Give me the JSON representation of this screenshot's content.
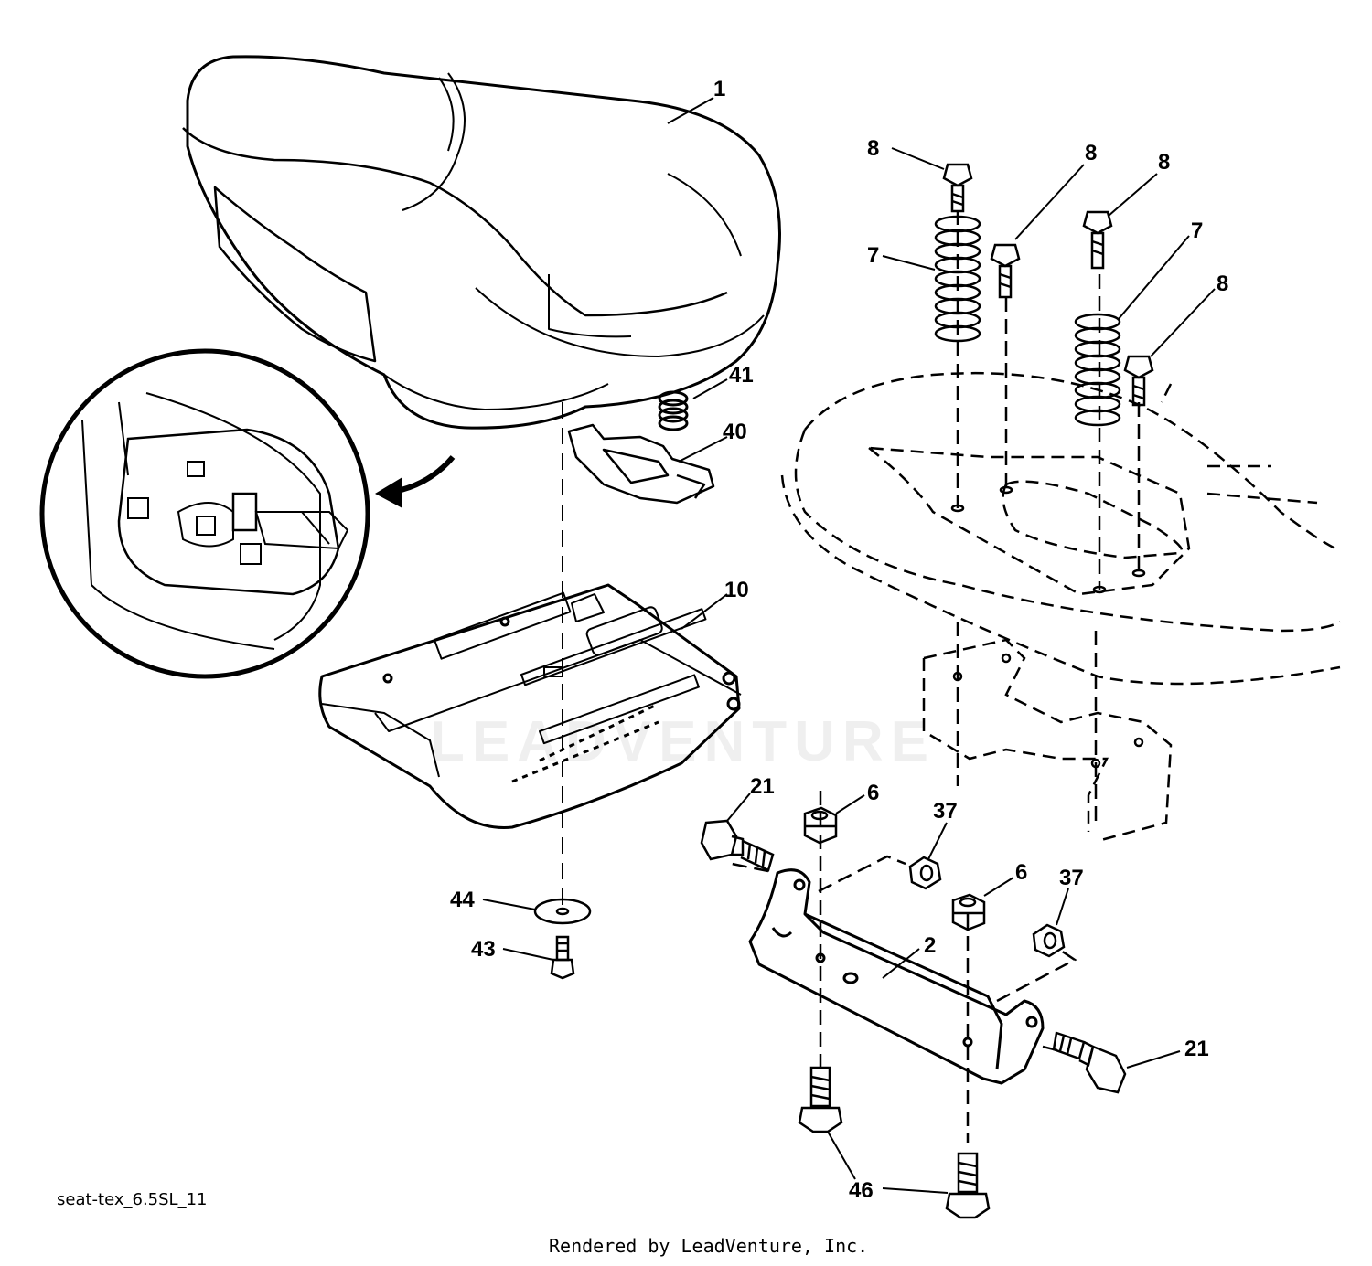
{
  "diagram": {
    "callouts": [
      {
        "id": "1",
        "label": "1"
      },
      {
        "id": "8a",
        "label": "8"
      },
      {
        "id": "8b",
        "label": "8"
      },
      {
        "id": "8c",
        "label": "8"
      },
      {
        "id": "8d",
        "label": "8"
      },
      {
        "id": "7a",
        "label": "7"
      },
      {
        "id": "7b",
        "label": "7"
      },
      {
        "id": "41",
        "label": "41"
      },
      {
        "id": "40",
        "label": "40"
      },
      {
        "id": "10",
        "label": "10"
      },
      {
        "id": "21a",
        "label": "21"
      },
      {
        "id": "21b",
        "label": "21"
      },
      {
        "id": "6a",
        "label": "6"
      },
      {
        "id": "6b",
        "label": "6"
      },
      {
        "id": "37a",
        "label": "37"
      },
      {
        "id": "37b",
        "label": "37"
      },
      {
        "id": "2",
        "label": "2"
      },
      {
        "id": "44",
        "label": "44"
      },
      {
        "id": "43",
        "label": "43"
      },
      {
        "id": "46",
        "label": "46"
      }
    ],
    "drawing_id": "seat-tex_6.5SL_11",
    "rendered_by": "Rendered by LeadVenture, Inc.",
    "watermark": "LEADVENTURE"
  }
}
